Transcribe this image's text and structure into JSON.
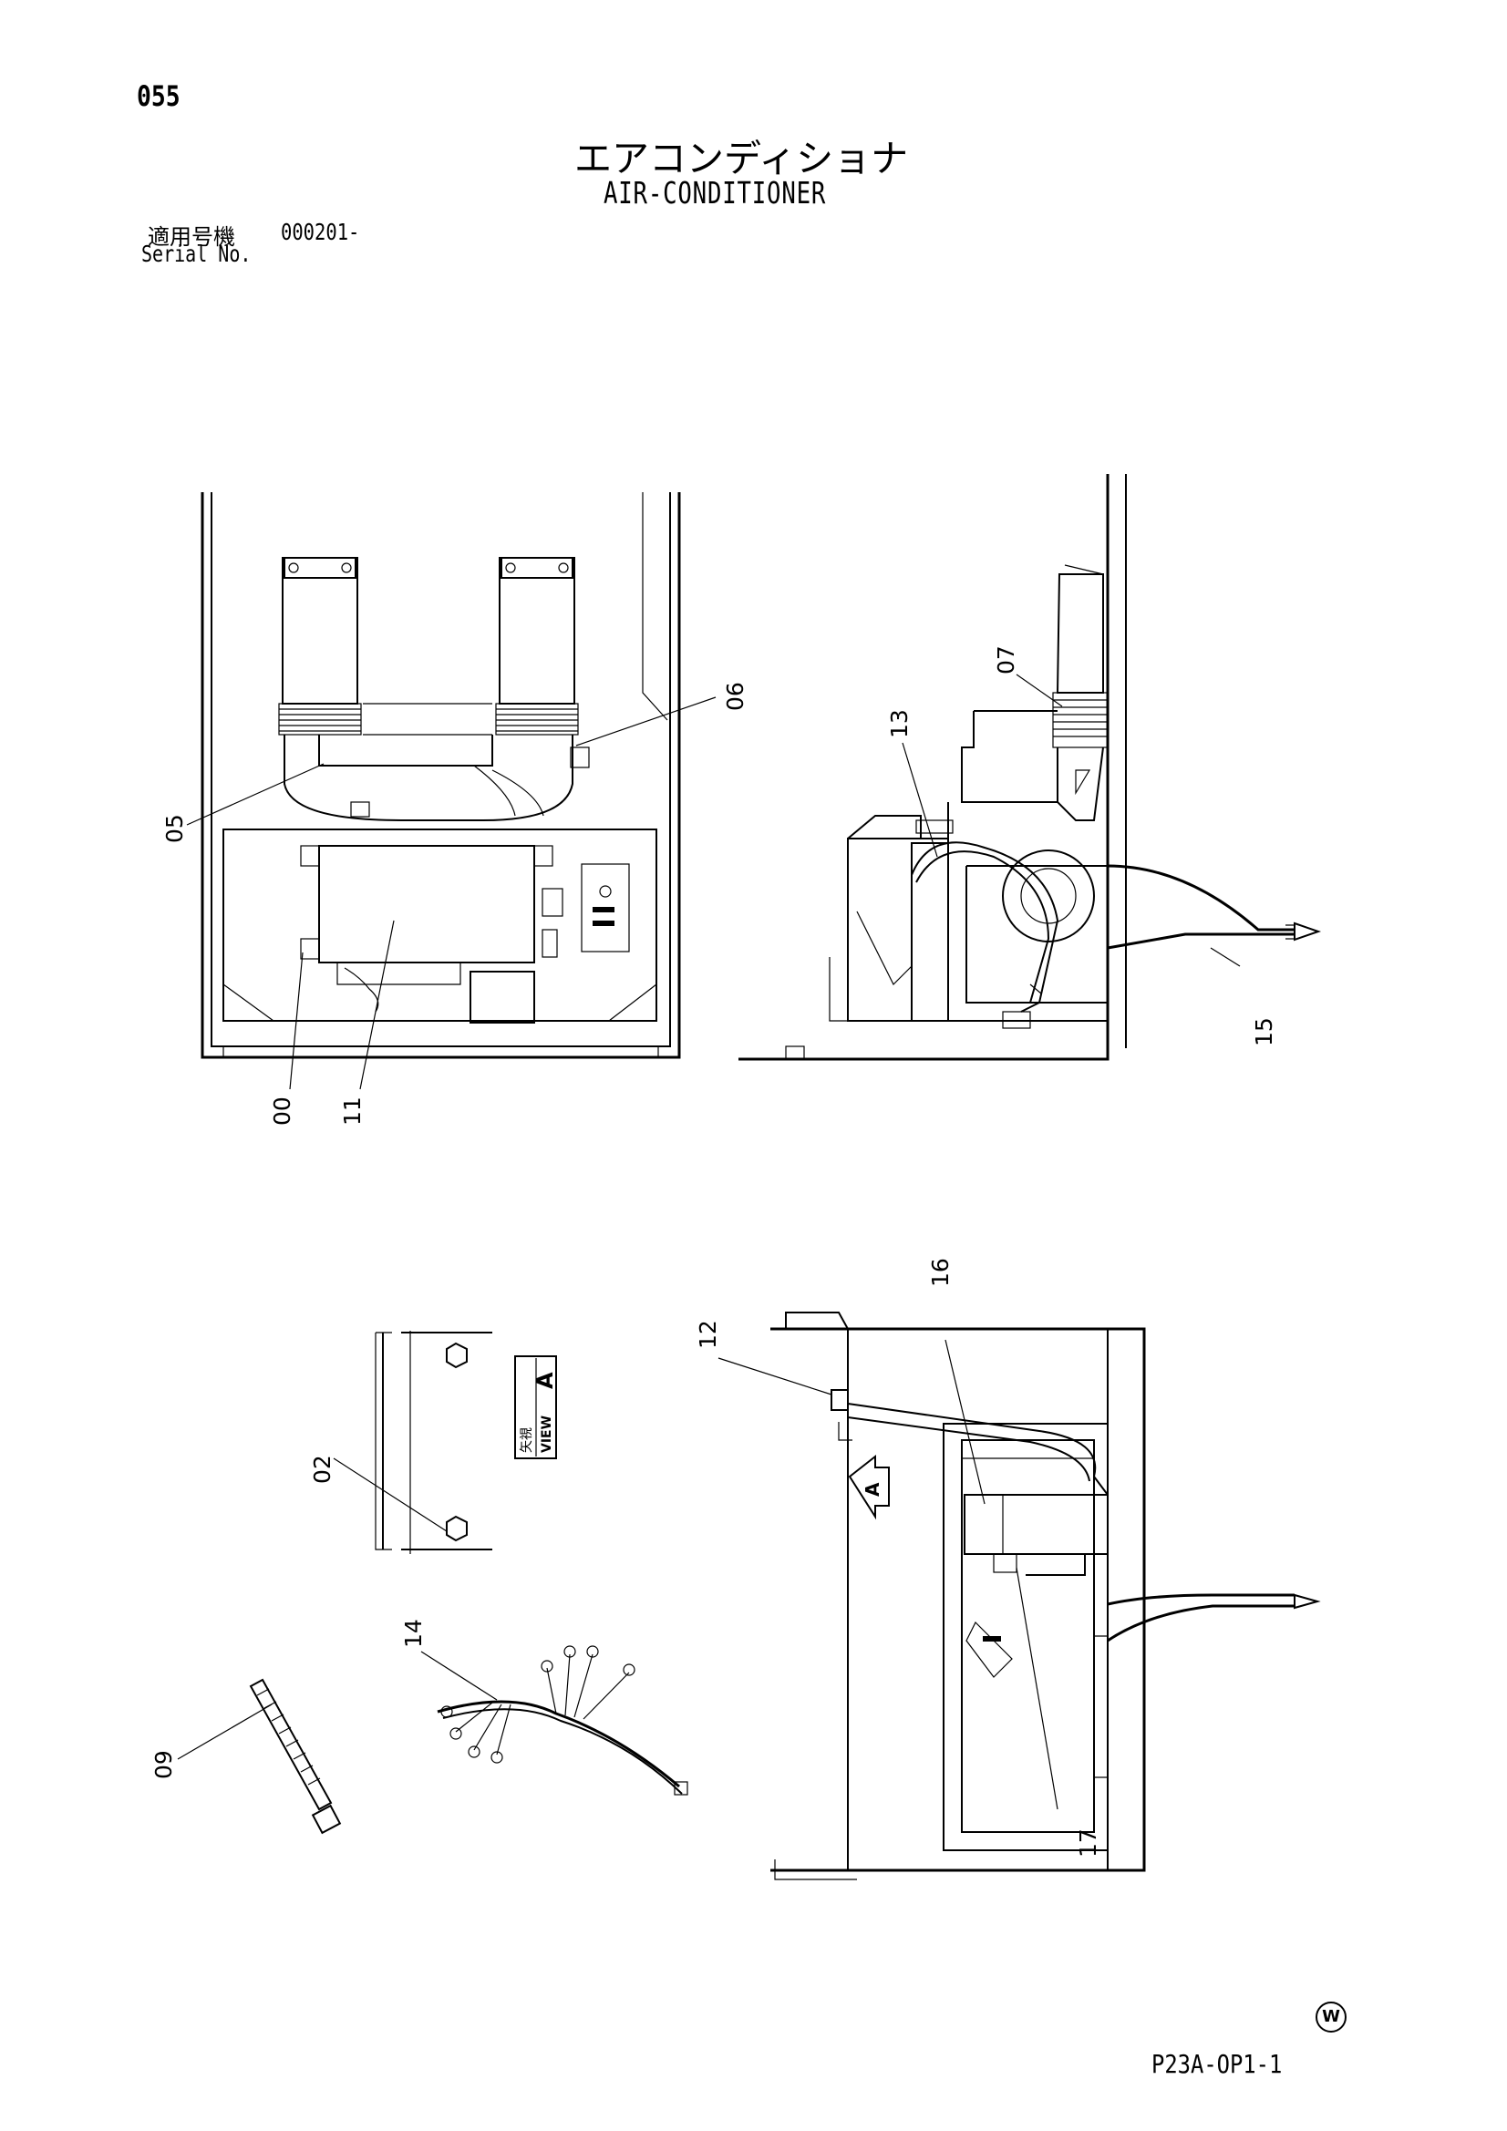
{
  "header": {
    "page_number": "055",
    "title_jp": "エアコンディショナ",
    "title_en": "AIR-CONDITIONER",
    "serial_label_jp": "適用号機",
    "serial_value": "000201-",
    "serial_label_en": "Serial No."
  },
  "view_label": {
    "jp": "矢視",
    "en": "VIEW",
    "letter": "A"
  },
  "view_arrow_letter": "A",
  "callouts": {
    "c00": "00",
    "c02": "02",
    "c05": "05",
    "c06": "06",
    "c07": "07",
    "c09": "09",
    "c11": "11",
    "c12": "12",
    "c13": "13",
    "c14": "14",
    "c15": "15",
    "c16": "16",
    "c17": "17"
  },
  "footer": {
    "mark": "W",
    "code": "P23A-OP1-1"
  }
}
